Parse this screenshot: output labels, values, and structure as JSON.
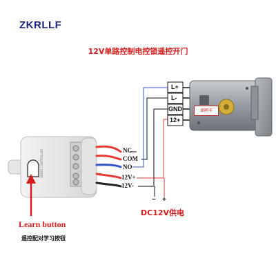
{
  "brand": "ZKRLLF",
  "title": "12V单路控制电控锁遥控开门",
  "controller": {
    "terminals": [
      "NC",
      "COM",
      "NO",
      "12V+",
      "12V-"
    ]
  },
  "lock": {
    "terminals": [
      "L+",
      "L-",
      "GND",
      "12+"
    ],
    "label": "读刷卡"
  },
  "power": {
    "label": "DC12V供电",
    "minus": "−",
    "plus": "+"
  },
  "learn": {
    "title": "Learn button",
    "subtitle": "遥控配对学习按钮"
  },
  "colors": {
    "red": "#d81b1b",
    "blue": "#2f56c9",
    "wire_red": "#e53935",
    "wire_black": "#222222"
  }
}
